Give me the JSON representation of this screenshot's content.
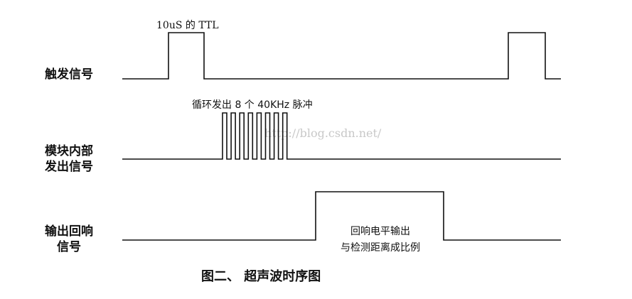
{
  "signals": [
    {
      "id": "trigger",
      "label_lines": [
        "触发信号"
      ]
    },
    {
      "id": "module_output",
      "label_lines": [
        "模块内部",
        "发出信号"
      ]
    },
    {
      "id": "echo",
      "label_lines": [
        "输出回响",
        "信号"
      ]
    }
  ],
  "annotations": {
    "pulse_width": "10uS 的 TTL",
    "burst": "循环发出 8 个 40KHz 脉冲",
    "echo_line1": "回响电平输出",
    "echo_line2": "与检测距离成比例"
  },
  "burst_pulse_count": 8,
  "watermark": "http://blog.csdn.net/",
  "caption": "图二、  超声波时序图",
  "colors": {
    "line": "#111111",
    "watermark": "#c8c8c8",
    "background": "#ffffff"
  }
}
